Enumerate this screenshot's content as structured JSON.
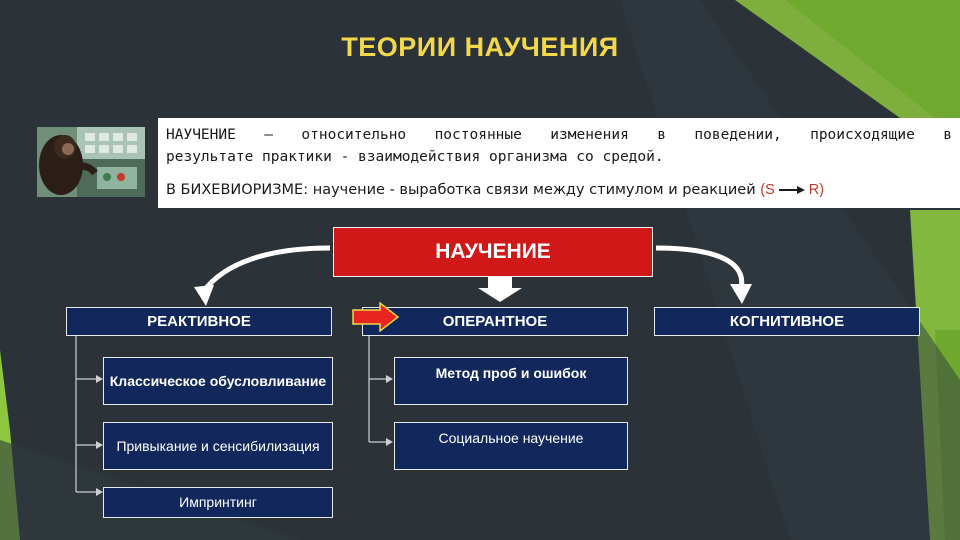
{
  "title": "ТЕОРИИ НАУЧЕНИЯ",
  "definition": {
    "term": "НАУЧЕНИЕ",
    "line1_rest": " — относительно постоянные изменения в поведении, происходящие в",
    "line2": "результате практики - взаимодействия организма со средой.",
    "behaviorism_term": "В БИХЕВИОРИЗМЕ:",
    "behaviorism_text": " научение - выработка связи между стимулом и реакцией ",
    "formula_left": "(S",
    "formula_right": "R)"
  },
  "center_box": "НАУЧЕНИЕ",
  "categories": {
    "reactive": "РЕАКТИВНОЕ",
    "operant": "ОПЕРАНТНОЕ",
    "cognitive": "КОГНИТИВНОЕ"
  },
  "reactive_items": {
    "classical": "Классическое обусловливание",
    "habituation": "Привыкание и сенсибилизация",
    "imprinting": "Импринтинг"
  },
  "operant_items": {
    "trial_error": "Метод проб и ошибок",
    "social": "Социальное научение"
  },
  "colors": {
    "background": "#2b3338",
    "accent_green": "#8dc63f",
    "title": "#f2d84a",
    "center_box": "#d01818",
    "category_box": "#12285c",
    "highlight_arrow": "#e8261f"
  }
}
